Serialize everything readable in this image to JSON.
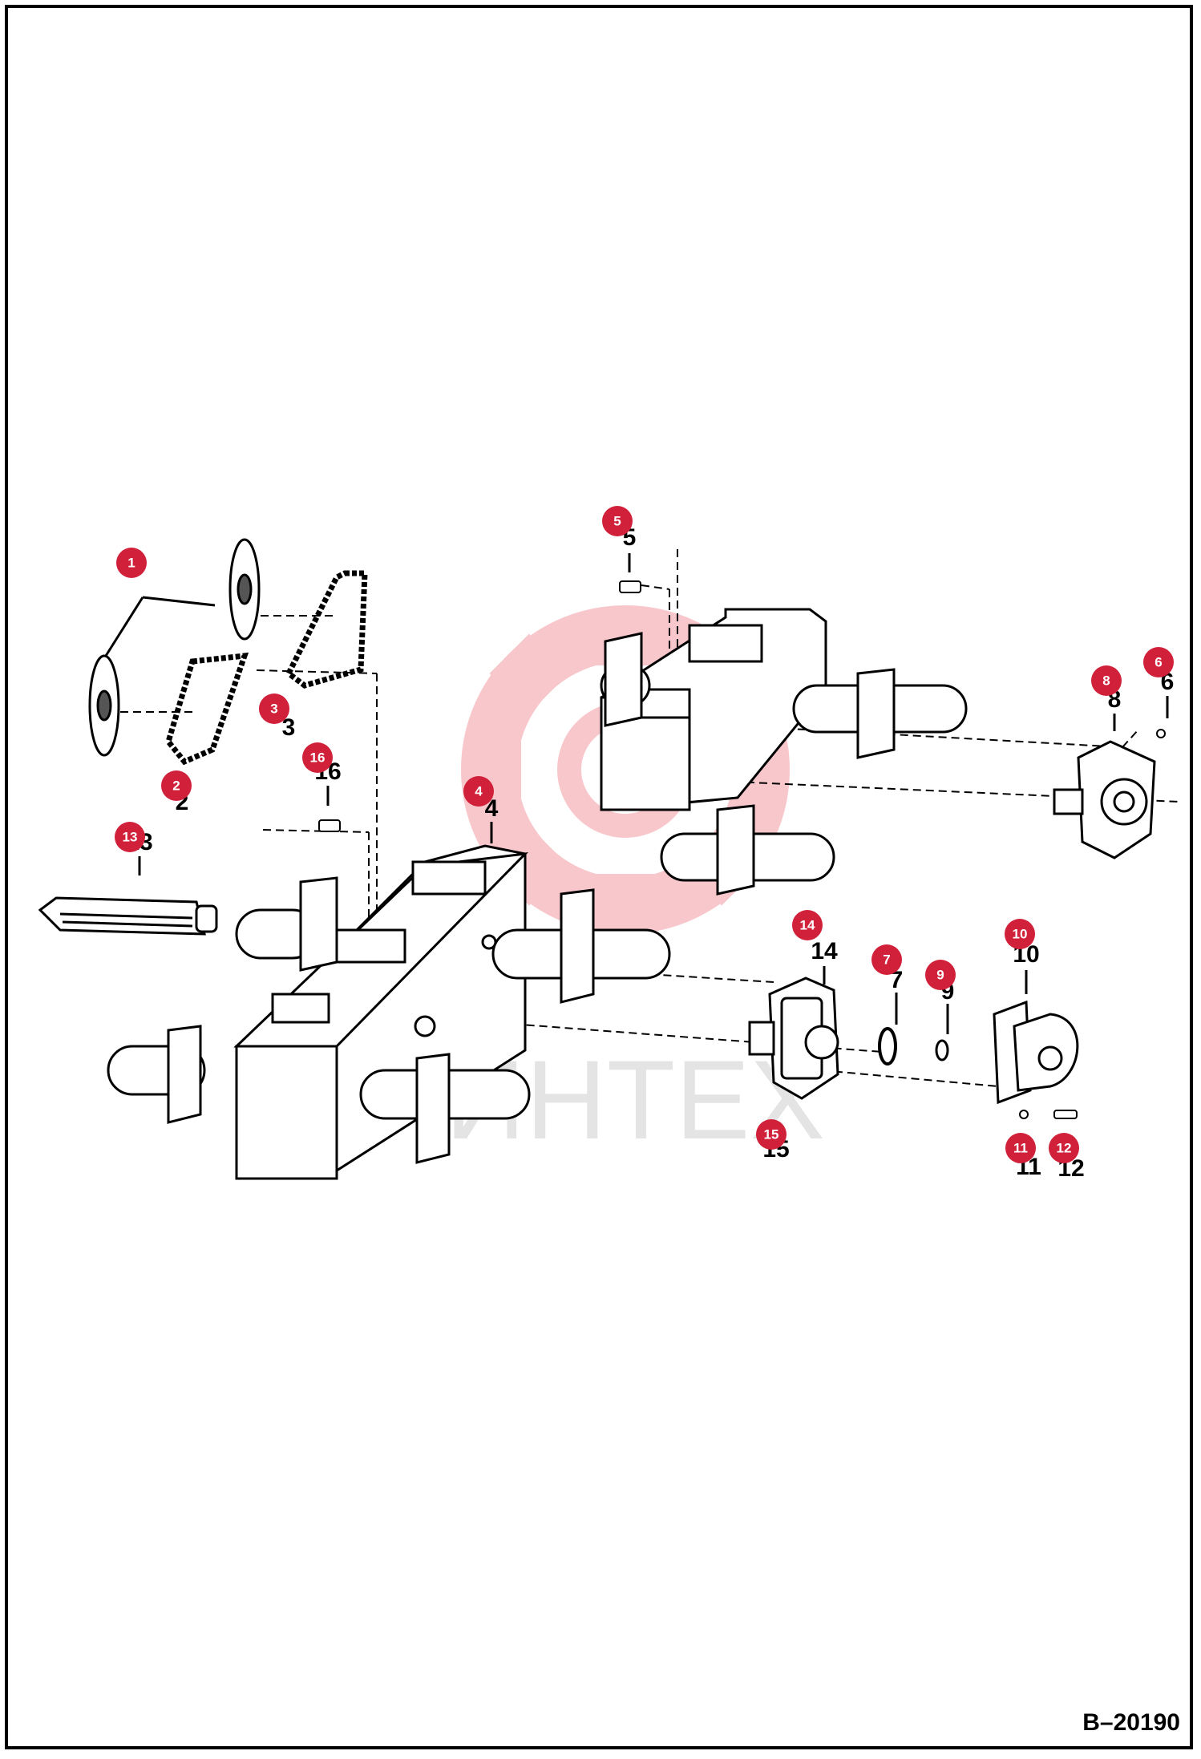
{
  "drawing_id": "B–20190",
  "watermark": {
    "text": "ИНТЕХ",
    "color": "#e83a4a"
  },
  "colors": {
    "callout": "#d0203a",
    "line": "#000000",
    "background": "#ffffff"
  },
  "callouts": [
    {
      "num": "1",
      "label": ""
    },
    {
      "num": "2",
      "label": "2"
    },
    {
      "num": "3",
      "label": "3"
    },
    {
      "num": "4",
      "label": "4"
    },
    {
      "num": "5",
      "label": "5"
    },
    {
      "num": "6",
      "label": "6"
    },
    {
      "num": "7",
      "label": "7"
    },
    {
      "num": "8",
      "label": "8"
    },
    {
      "num": "9",
      "label": "9"
    },
    {
      "num": "10",
      "label": "10"
    },
    {
      "num": "11",
      "label": "11"
    },
    {
      "num": "12",
      "label": "12"
    },
    {
      "num": "13",
      "label": "13"
    },
    {
      "num": "14",
      "label": "14"
    },
    {
      "num": "15",
      "label": "15"
    },
    {
      "num": "16",
      "label": "16"
    }
  ]
}
